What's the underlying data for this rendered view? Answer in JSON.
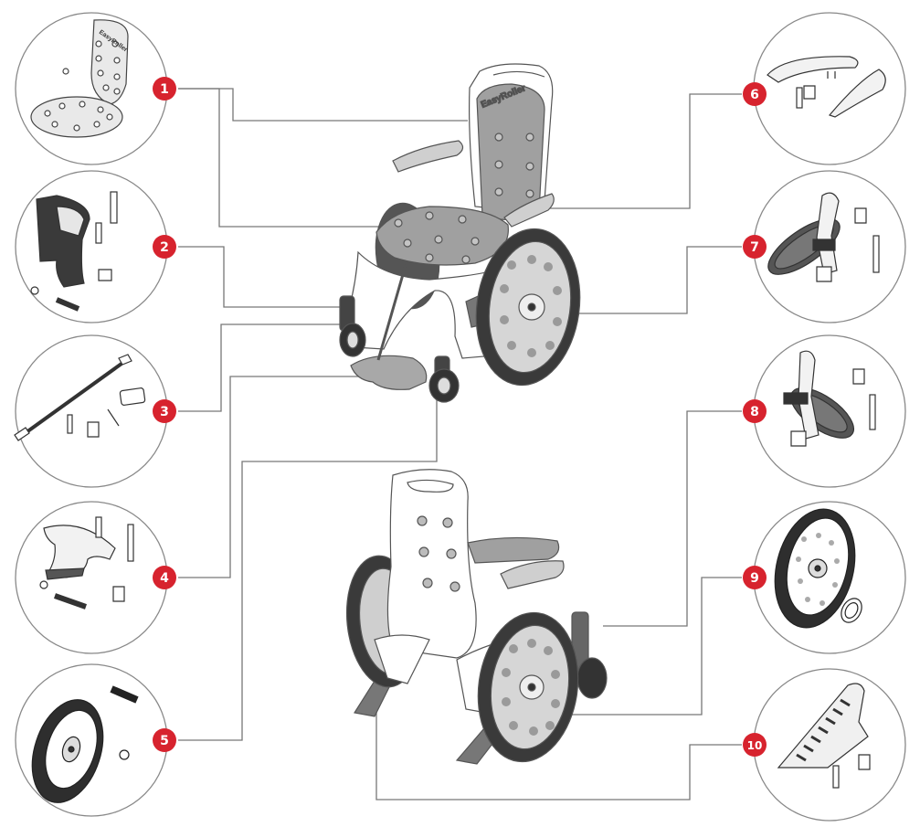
{
  "brand": {
    "wordmark": "EasyRoller"
  },
  "colors": {
    "badge": "#d7232e",
    "badge_text": "#ffffff",
    "leader": "#777777",
    "circle_stroke": "#888888",
    "outline": "#444444",
    "part_gray": "#9e9e9e",
    "dark_part": "#3a3a3a"
  },
  "callouts": [
    {
      "number": "1",
      "part_icon": "seat-and-backrest-pads-icon"
    },
    {
      "number": "2",
      "part_icon": "front-caster-fork-kit-icon"
    },
    {
      "number": "3",
      "part_icon": "foot-strap-rod-kit-icon"
    },
    {
      "number": "4",
      "part_icon": "footrest-plate-kit-icon"
    },
    {
      "number": "5",
      "part_icon": "caster-wheel-icon"
    },
    {
      "number": "6",
      "part_icon": "armrests-icon"
    },
    {
      "number": "7",
      "part_icon": "brake-left-icon"
    },
    {
      "number": "8",
      "part_icon": "brake-right-icon"
    },
    {
      "number": "9",
      "part_icon": "rear-wheel-icon"
    },
    {
      "number": "10",
      "part_icon": "wheel-ramp-icon"
    }
  ]
}
